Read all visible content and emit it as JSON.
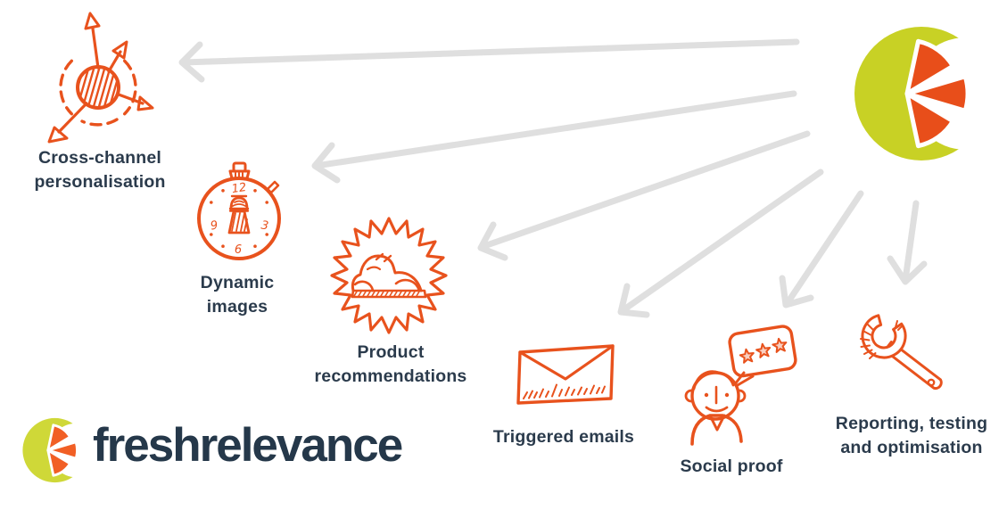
{
  "logo": {
    "wordmark": "freshrelevance",
    "mark": "citrus-fruit-mark"
  },
  "colors": {
    "lime": "#c8d125",
    "lime_small": "#cfd838",
    "orange": "#e8521d",
    "logo_orange": "#e84e1a",
    "arrow_gray": "#dfdfdf",
    "label_text": "#2b3b4c",
    "wordmark_text": "#25384a"
  },
  "features": [
    {
      "id": "cross-channel-personalisation",
      "icon": "sphere-arrows-icon",
      "lines": [
        "Cross-channel",
        "personalisation"
      ]
    },
    {
      "id": "dynamic-images",
      "icon": "stopwatch-icon",
      "lines": [
        "Dynamic",
        "images"
      ]
    },
    {
      "id": "product-recommendations",
      "icon": "sneaker-starburst-icon",
      "lines": [
        "Product",
        "recommendations"
      ]
    },
    {
      "id": "triggered-emails",
      "icon": "envelope-icon",
      "lines": [
        "Triggered emails"
      ]
    },
    {
      "id": "social-proof",
      "icon": "person-review-bubble-icon",
      "lines": [
        "Social proof"
      ]
    },
    {
      "id": "reporting-testing-optimisation",
      "icon": "wrench-icon",
      "lines": [
        "Reporting, testing",
        "and optimisation"
      ]
    }
  ]
}
